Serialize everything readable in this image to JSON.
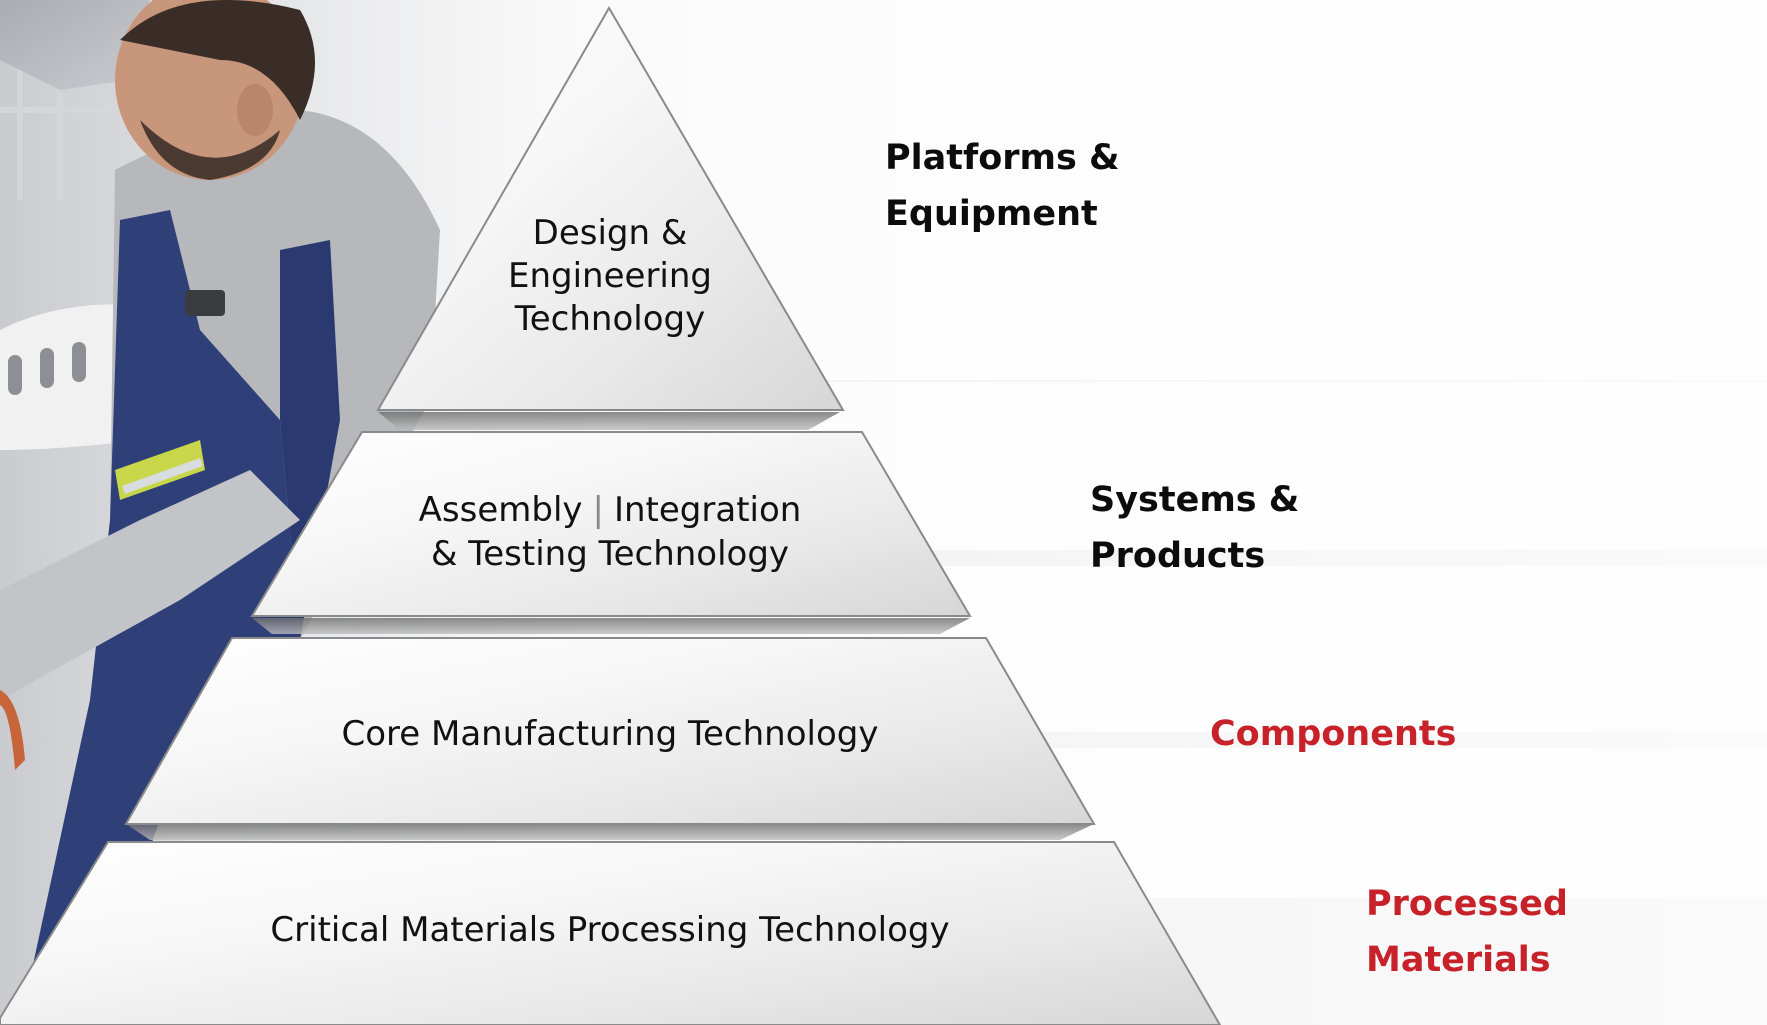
{
  "pyramid": {
    "tier1": {
      "lines": [
        "Design &",
        "Engineering",
        "Technology"
      ]
    },
    "tier2": {
      "part1": "Assembly",
      "separator": "|",
      "part2": "Integration",
      "line2": "& Testing Technology"
    },
    "tier3": {
      "line1": "Core Manufacturing Technology"
    },
    "tier4": {
      "line1": "Critical Materials Processing Technology"
    }
  },
  "outputs": {
    "tier1": {
      "lines": [
        "Platforms &",
        "Equipment"
      ],
      "color": "#0c0c0c"
    },
    "tier2": {
      "lines": [
        "Systems &",
        "Products"
      ],
      "color": "#0c0c0c"
    },
    "tier3": {
      "lines": [
        "Components"
      ],
      "color": "#c7222a"
    },
    "tier4": {
      "lines": [
        "Processed",
        "Materials"
      ],
      "color": "#c7222a"
    }
  }
}
